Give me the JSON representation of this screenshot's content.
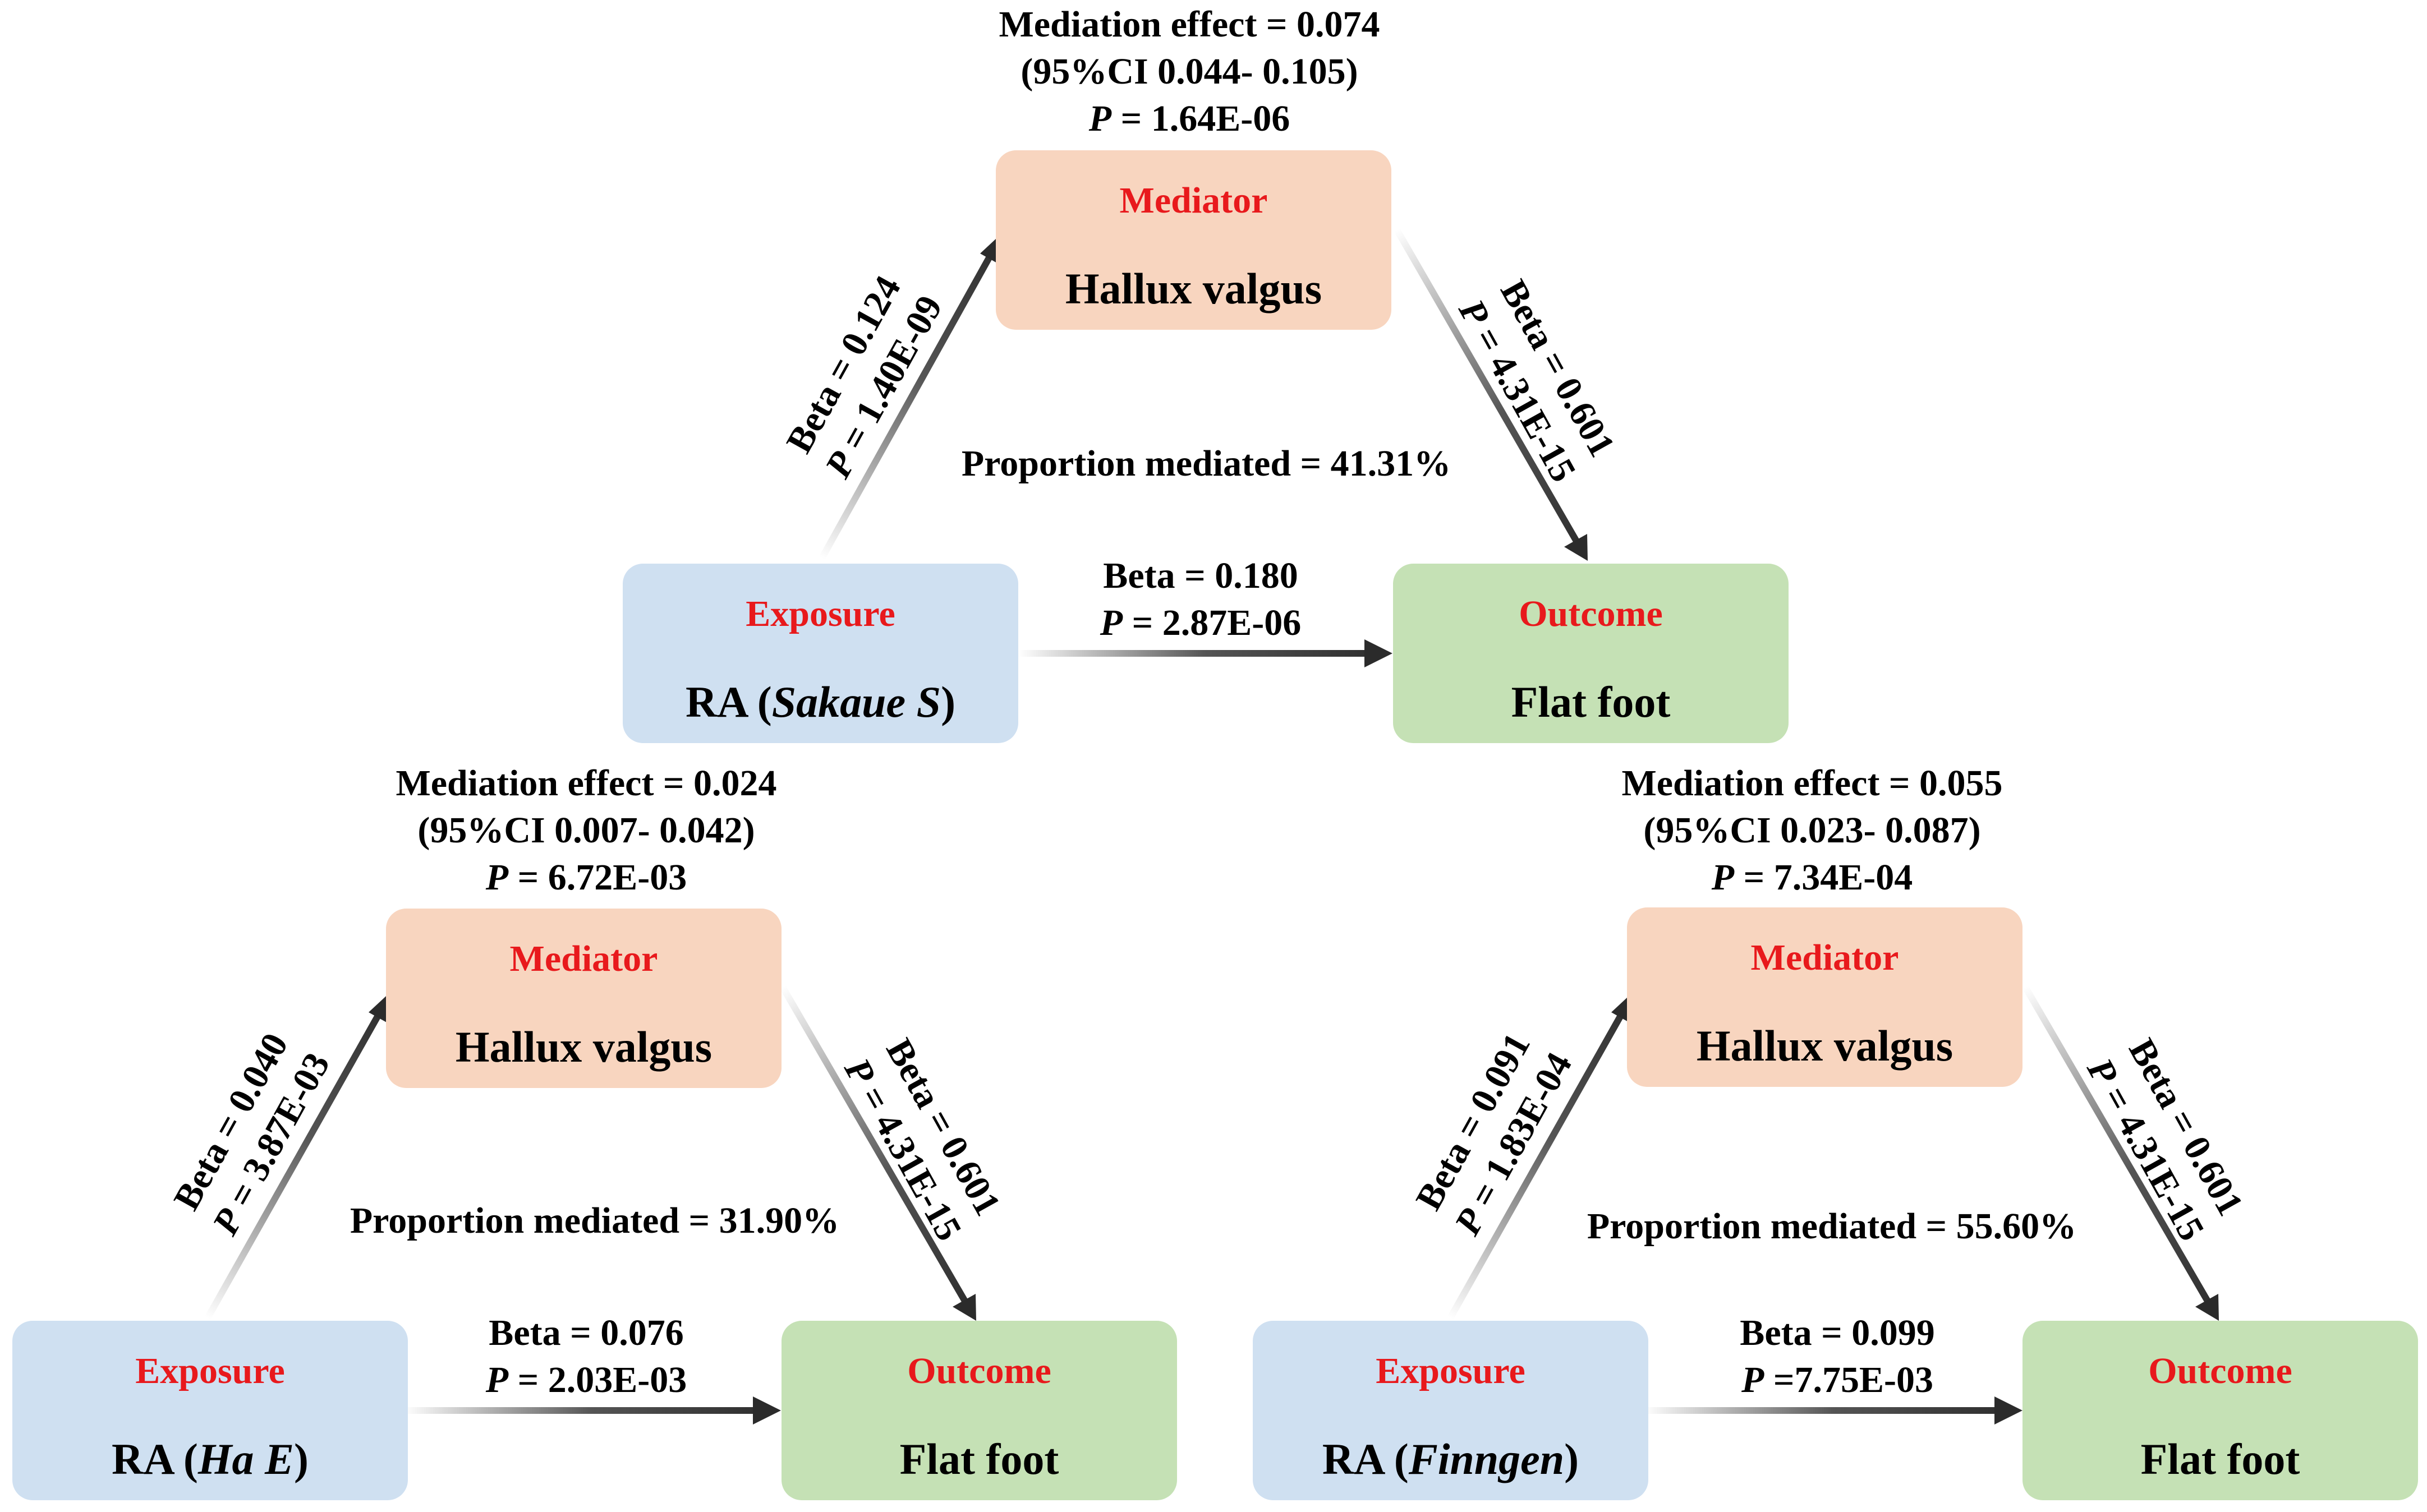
{
  "panels": [
    {
      "exposure": {
        "role": "Exposure",
        "name_prefix": "RA (",
        "name_italic": "Sakaue S",
        "name_suffix": ")"
      },
      "mediator": {
        "role": "Mediator",
        "name": "Hallux valgus"
      },
      "outcome": {
        "role": "Outcome",
        "name": "Flat foot"
      },
      "mediation": {
        "effect": "Mediation effect = 0.074",
        "ci": "(95%CI 0.044- 0.105)",
        "p_label": "P",
        "p_value": " = 1.64E-06"
      },
      "proportion": "Proportion mediated = 41.31%",
      "path_a": {
        "beta": "Beta = 0.124",
        "p_label": "P",
        "p_value": " = 1.40E-09"
      },
      "path_b": {
        "beta": "Beta = 0.601",
        "p_label": "P",
        "p_value": " = 4.31E-15"
      },
      "path_c": {
        "beta": "Beta = 0.180",
        "p_label": "P",
        "p_value": " = 2.87E-06"
      }
    },
    {
      "exposure": {
        "role": "Exposure",
        "name_prefix": "RA (",
        "name_italic": "Ha E",
        "name_suffix": ")"
      },
      "mediator": {
        "role": "Mediator",
        "name": "Hallux valgus"
      },
      "outcome": {
        "role": "Outcome",
        "name": "Flat foot"
      },
      "mediation": {
        "effect": "Mediation effect = 0.024",
        "ci": "(95%CI 0.007- 0.042)",
        "p_label": "P",
        "p_value": " = 6.72E-03"
      },
      "proportion": "Proportion mediated = 31.90%",
      "path_a": {
        "beta": "Beta = 0.040",
        "p_label": "P",
        "p_value": " = 3.87E-03"
      },
      "path_b": {
        "beta": "Beta = 0.601",
        "p_label": "P",
        "p_value": " = 4.31E-15"
      },
      "path_c": {
        "beta": "Beta = 0.076",
        "p_label": "P",
        "p_value": " = 2.03E-03"
      }
    },
    {
      "exposure": {
        "role": "Exposure",
        "name_prefix": "RA (",
        "name_italic": "Finngen",
        "name_suffix": ")"
      },
      "mediator": {
        "role": "Mediator",
        "name": "Hallux valgus"
      },
      "outcome": {
        "role": "Outcome",
        "name": "Flat foot"
      },
      "mediation": {
        "effect": "Mediation effect = 0.055",
        "ci": "(95%CI 0.023- 0.087)",
        "p_label": "P",
        "p_value": " = 7.34E-04"
      },
      "proportion": "Proportion mediated = 55.60%",
      "path_a": {
        "beta": "Beta = 0.091",
        "p_label": "P",
        "p_value": " = 1.83E-04"
      },
      "path_b": {
        "beta": "Beta = 0.601",
        "p_label": "P",
        "p_value": " = 4.31E-15"
      },
      "path_c": {
        "beta": "Beta = 0.099",
        "p_label": "P",
        "p_value": " =7.75E-03"
      }
    }
  ],
  "colors": {
    "exposure_fill": "#cfe0f1",
    "mediator_fill": "#f8d5bf",
    "outcome_fill": "#c5e1b5",
    "role_text": "#e8191c",
    "arrow": "#2b2b2b"
  }
}
